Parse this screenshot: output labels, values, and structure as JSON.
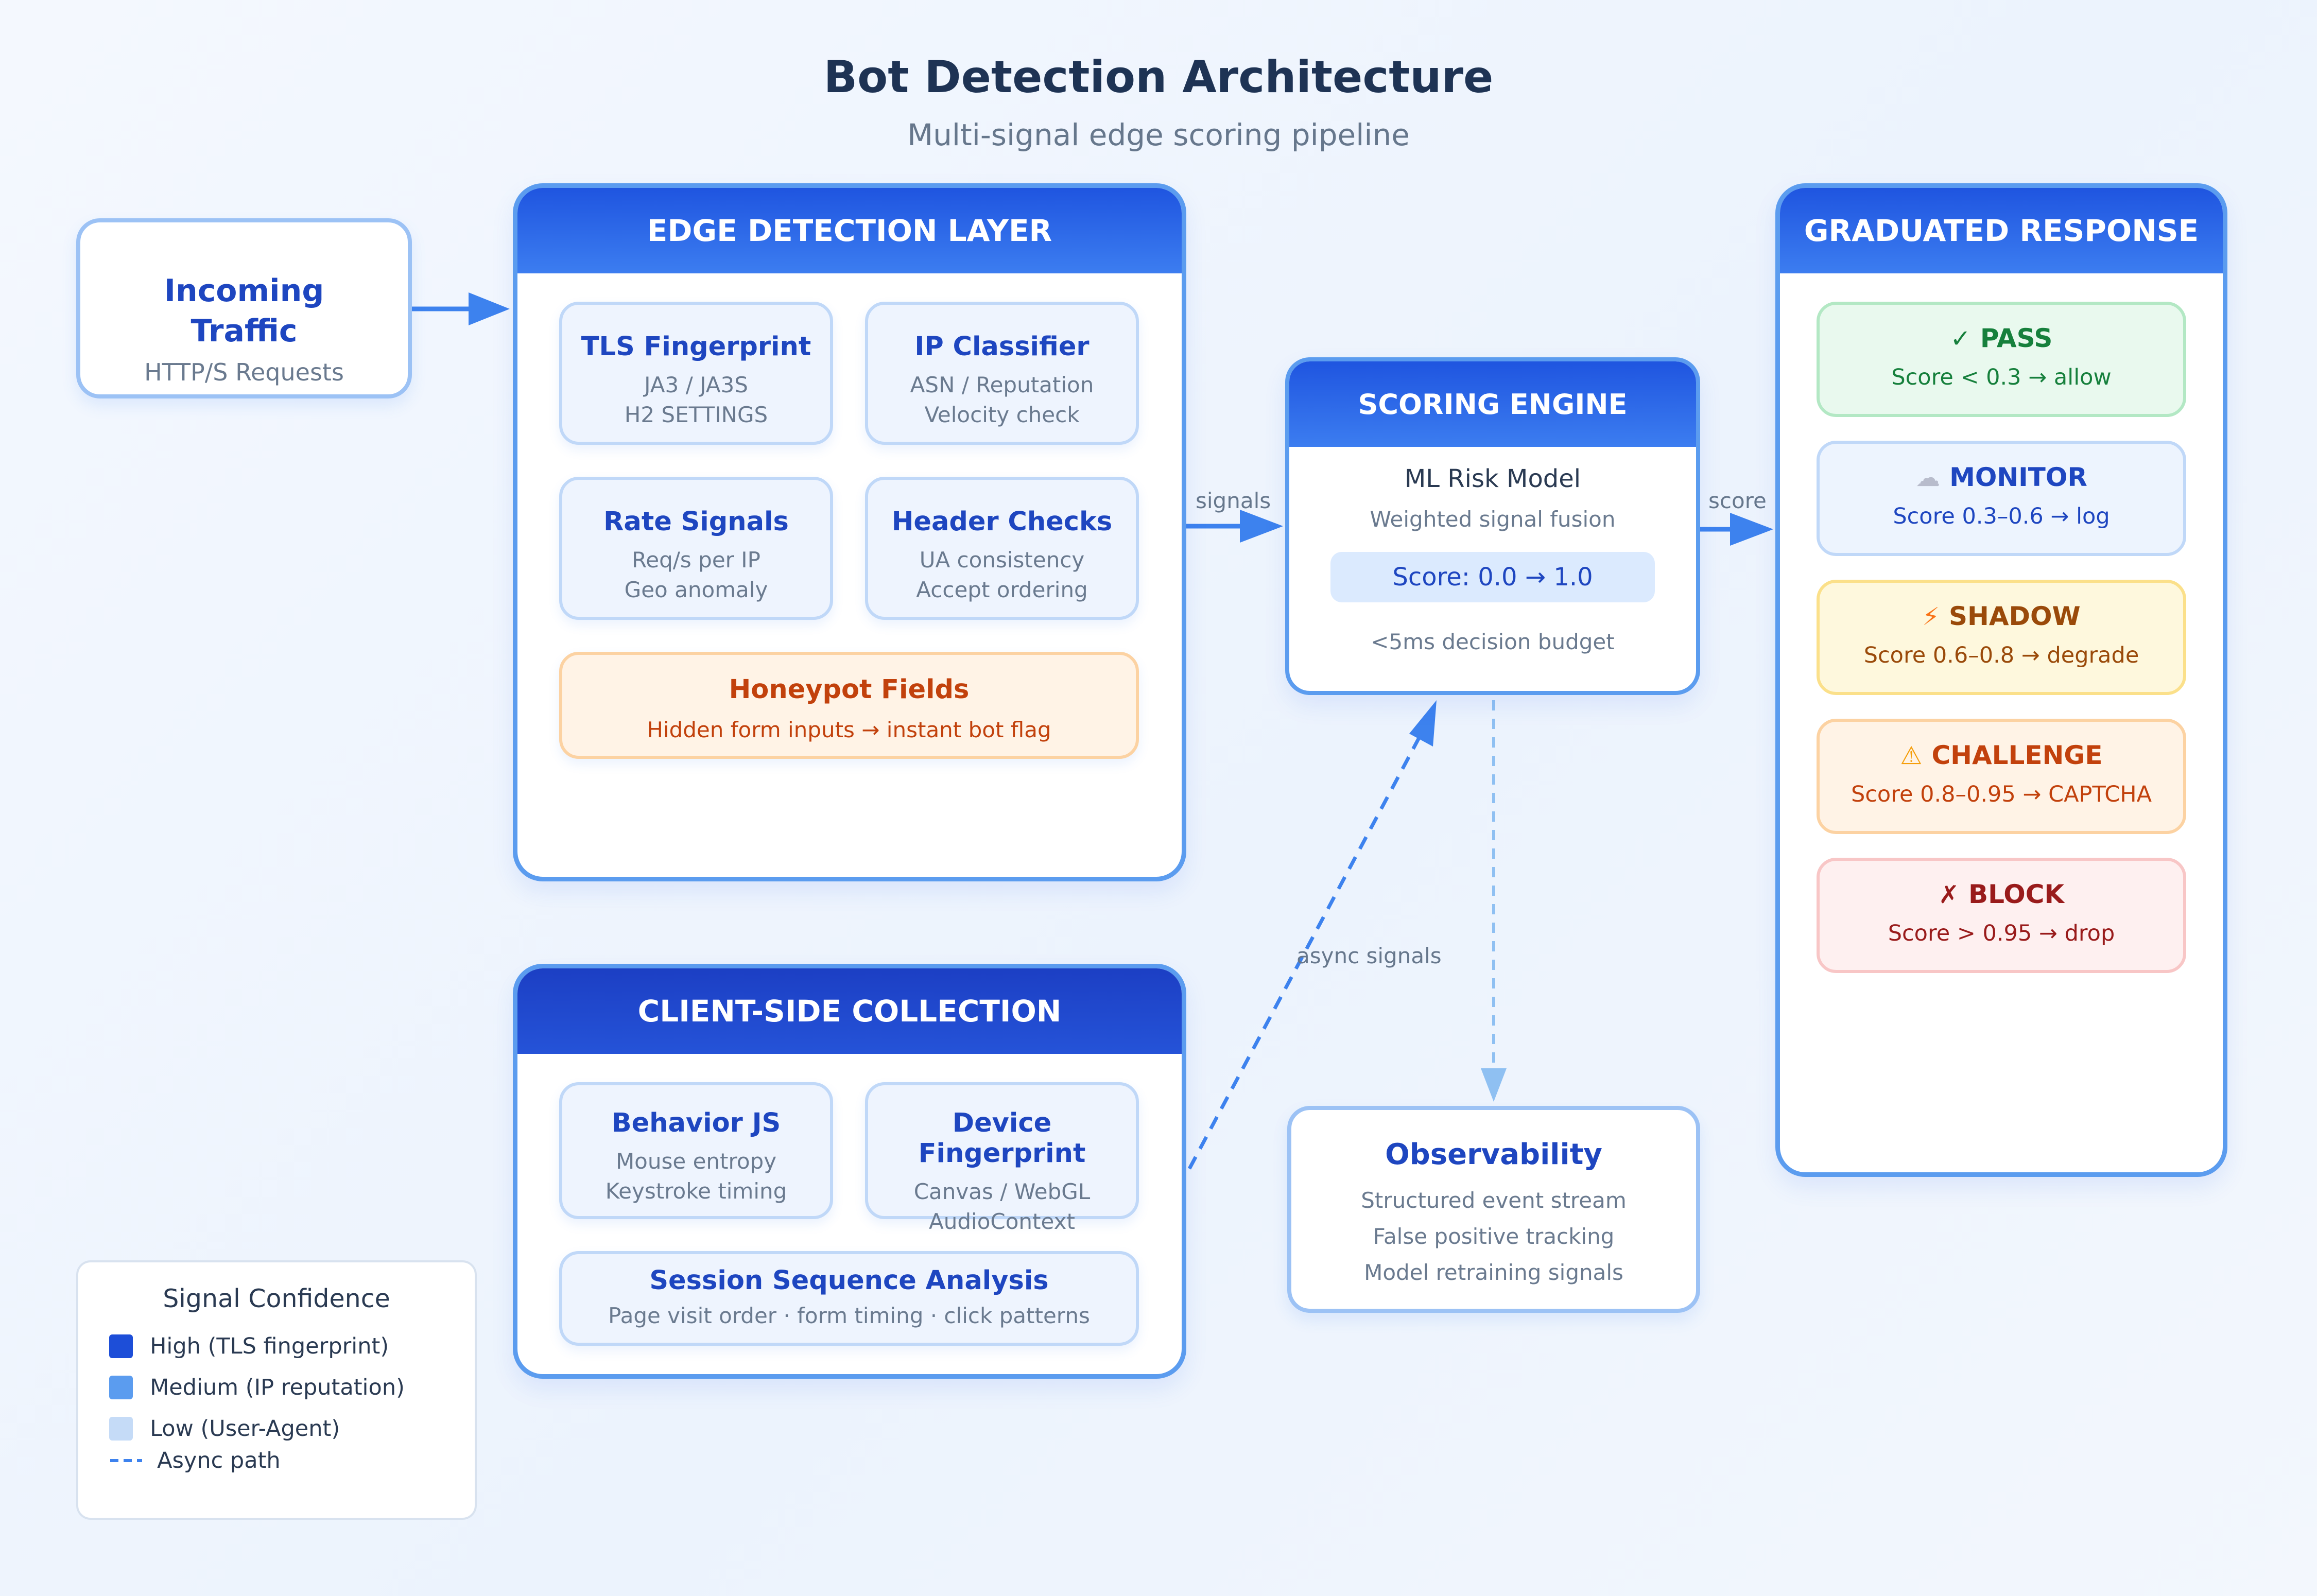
{
  "title": "Bot Detection Architecture",
  "subtitle": "Multi-signal edge scoring pipeline",
  "incoming": {
    "title_line1": "Incoming",
    "title_line2": "Traffic",
    "subtitle": "HTTP/S Requests"
  },
  "edge": {
    "heading": "EDGE DETECTION LAYER",
    "cards": [
      {
        "title": "TLS Fingerprint",
        "line1": "JA3 / JA3S",
        "line2": "H2 SETTINGS"
      },
      {
        "title": "IP Classifier",
        "line1": "ASN / Reputation",
        "line2": "Velocity check"
      },
      {
        "title": "Rate Signals",
        "line1": "Req/s per IP",
        "line2": "Geo anomaly"
      },
      {
        "title": "Header Checks",
        "line1": "UA consistency",
        "line2": "Accept ordering"
      }
    ],
    "honeypot": {
      "title": "Honeypot Fields",
      "line1": "Hidden form inputs → instant bot flag"
    }
  },
  "client": {
    "heading": "CLIENT-SIDE COLLECTION",
    "cards": [
      {
        "title": "Behavior JS",
        "line1": "Mouse entropy",
        "line2": "Keystroke timing"
      },
      {
        "title": "Device Fingerprint",
        "line1": "Canvas / WebGL",
        "line2": "AudioContext"
      }
    ],
    "session": {
      "title": "Session Sequence Analysis",
      "line1": "Page visit order · form timing · click patterns"
    }
  },
  "scoring": {
    "heading": "SCORING ENGINE",
    "model": "ML Risk Model",
    "fusion": "Weighted signal fusion",
    "score": "Score: 0.0 → 1.0",
    "budget": "<5ms decision budget"
  },
  "observability": {
    "title": "Observability",
    "line1": "Structured event stream",
    "line2": "False positive tracking",
    "line3": "Model retraining signals"
  },
  "response": {
    "heading": "GRADUATED RESPONSE",
    "tiers": [
      {
        "icon": "✓",
        "title": "PASS",
        "desc": "Score < 0.3 → allow"
      },
      {
        "icon": "☁",
        "title": "MONITOR",
        "desc": "Score 0.3–0.6 → log"
      },
      {
        "icon": "⚡",
        "title": "SHADOW",
        "desc": "Score 0.6–0.8 → degrade"
      },
      {
        "icon": "⚠",
        "title": "CHALLENGE",
        "desc": "Score 0.8–0.95 → CAPTCHA"
      },
      {
        "icon": "✗",
        "title": "BLOCK",
        "desc": "Score > 0.95 → drop"
      }
    ]
  },
  "edges": {
    "signals": "signals",
    "score": "score",
    "async": "async signals"
  },
  "legend": {
    "title": "Signal Confidence",
    "items": [
      {
        "label": "High (TLS fingerprint)",
        "color": "#1d4ed8"
      },
      {
        "label": "Medium (IP reputation)",
        "color": "#5b9cef"
      },
      {
        "label": "Low (User-Agent)",
        "color": "#c5dbf7"
      }
    ],
    "async_label": "Async path"
  },
  "colors": {
    "pass": "#16803c",
    "monitor": "#1e46c0",
    "shadow": "#9a4a0a",
    "challenge": "#c2410c",
    "block": "#991b1b",
    "arrow": "#3d82ee"
  }
}
